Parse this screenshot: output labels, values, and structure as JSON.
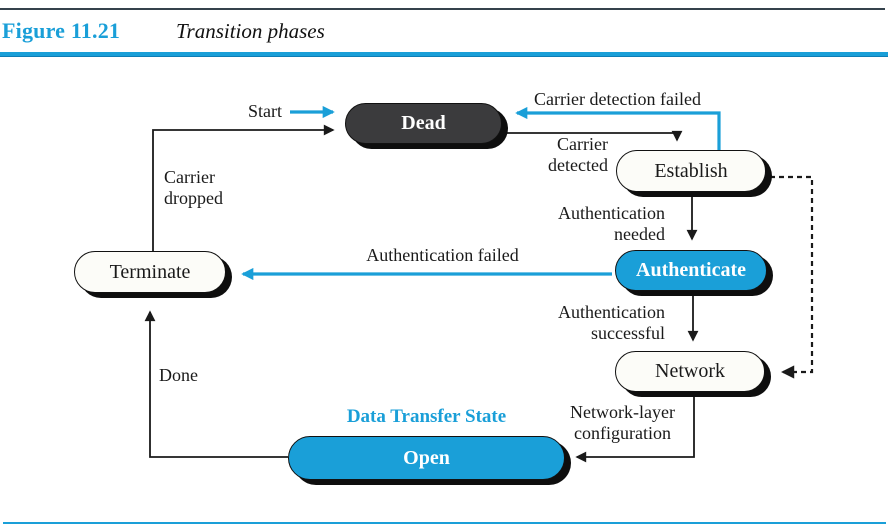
{
  "figure": {
    "number": "Figure 11.21",
    "title": "Transition phases"
  },
  "colors": {
    "accent_blue": "#1a9fd8",
    "dead_fill": "#3b3b3d",
    "node_fill": "#fcfcf8",
    "line_color": "#1a1a1a",
    "shadow_color": "#0e0e0e",
    "top_rule": "#35424c"
  },
  "nodes": {
    "dead": "Dead",
    "establish": "Establish",
    "authenticate": "Authenticate",
    "network": "Network",
    "open": "Open",
    "terminate": "Terminate"
  },
  "labels": {
    "start": "Start",
    "carrier_detection_failed": "Carrier detection failed",
    "carrier_detected": {
      "line1": "Carrier",
      "line2": "detected"
    },
    "carrier_dropped": {
      "line1": "Carrier",
      "line2": "dropped"
    },
    "authentication_needed": {
      "line1": "Authentication",
      "line2": "needed"
    },
    "authentication_failed": "Authentication failed",
    "authentication_successful": {
      "line1": "Authentication",
      "line2": "successful"
    },
    "network_layer_configuration": {
      "line1": "Network-layer",
      "line2": "configuration"
    },
    "done": "Done",
    "data_transfer_state": "Data Transfer State"
  }
}
